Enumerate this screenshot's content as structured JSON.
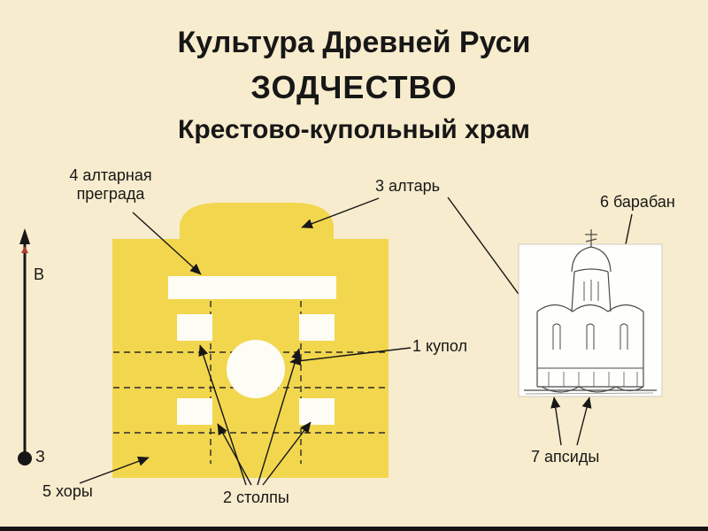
{
  "slide": {
    "title": {
      "line1": "Культура Древней Руси",
      "line2": "ЗОДЧЕСТВО",
      "line3": "Крестово-купольный храм"
    },
    "colors": {
      "background": "#f7eccd",
      "plan_fill": "#f2d74e",
      "ink": "#171717",
      "sketch_paper": "#fefefc"
    }
  },
  "labels": {
    "altar_screen": "4 алтарная\nпреграда",
    "altar": "3 алтарь",
    "drum": "6 барабан",
    "dome": "1 купол",
    "apses": "7 апсиды",
    "choirs": "5 хоры",
    "pillars": "2 столпы"
  },
  "compass": {
    "east": "В",
    "west": "З"
  }
}
